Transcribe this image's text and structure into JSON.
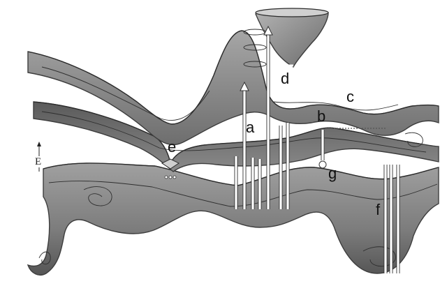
{
  "figure": {
    "axis": {
      "label": "E"
    },
    "labels": {
      "a": "a",
      "b": "b",
      "c": "c",
      "d": "d",
      "e": "e",
      "f": "f",
      "g": "g"
    },
    "colors": {
      "background": "#ffffff",
      "surface_light": "#9c9c9c",
      "surface_mid": "#7d7d7d",
      "surface_dark": "#4e4e4e",
      "lines": "#2b2b2b",
      "arrows": "#ffffff"
    }
  }
}
